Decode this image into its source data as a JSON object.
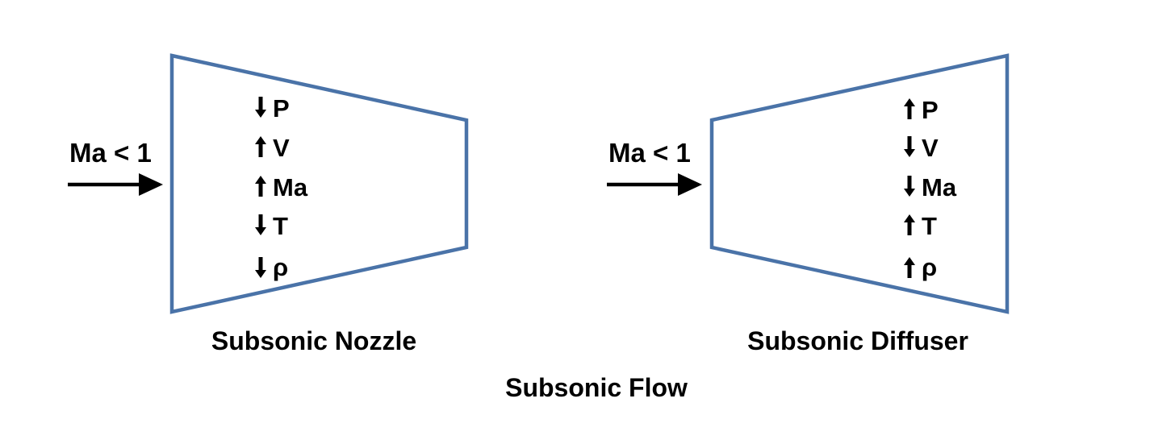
{
  "colors": {
    "outline": "#4a73a8",
    "text": "#000000",
    "background": "#ffffff"
  },
  "title": "Subsonic Flow",
  "nozzle": {
    "caption": "Subsonic Nozzle",
    "inlet_label": "Ma < 1",
    "properties": [
      {
        "symbol": "P",
        "direction": "down"
      },
      {
        "symbol": "V",
        "direction": "up"
      },
      {
        "symbol": "Ma",
        "direction": "up"
      },
      {
        "symbol": "T",
        "direction": "down"
      },
      {
        "symbol": "ρ",
        "direction": "down"
      }
    ]
  },
  "diffuser": {
    "caption": "Subsonic Diffuser",
    "inlet_label": "Ma < 1",
    "properties": [
      {
        "symbol": "P",
        "direction": "up"
      },
      {
        "symbol": "V",
        "direction": "down"
      },
      {
        "symbol": "Ma",
        "direction": "down"
      },
      {
        "symbol": "T",
        "direction": "up"
      },
      {
        "symbol": "ρ",
        "direction": "up"
      }
    ]
  }
}
